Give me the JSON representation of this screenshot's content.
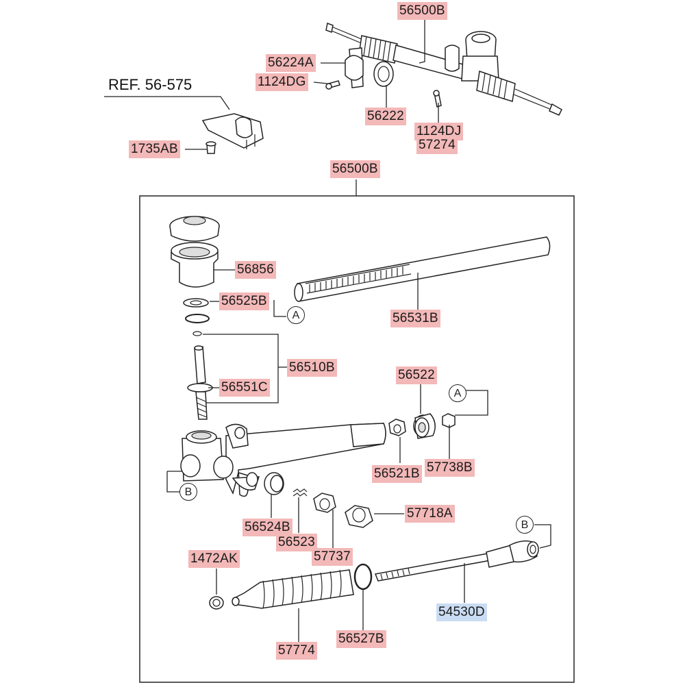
{
  "reference": "REF. 56-575",
  "callouts": {
    "a1": "A",
    "a2": "A",
    "b1": "B",
    "b2": "B"
  },
  "colors": {
    "label_bg": "#f3b8b8",
    "highlight_bg": "#c9dcf3",
    "line": "#222222"
  },
  "labels": {
    "p56500B_top": "56500B",
    "p56224A": "56224A",
    "p1124DG": "1124DG",
    "p56222": "56222",
    "p1124DJ": "1124DJ",
    "p57274": "57274",
    "p1735AB": "1735AB",
    "p56500B_box": "56500B",
    "p56856": "56856",
    "p56525B": "56525B",
    "p56531B": "56531B",
    "p56510B": "56510B",
    "p56551C": "56551C",
    "p56522": "56522",
    "p56521B": "56521B",
    "p57738B": "57738B",
    "p56524B": "56524B",
    "p56523": "56523",
    "p57737": "57737",
    "p57718A": "57718A",
    "p1472AK": "1472AK",
    "p54530D": "54530D",
    "p57774": "57774",
    "p56527B": "56527B"
  }
}
